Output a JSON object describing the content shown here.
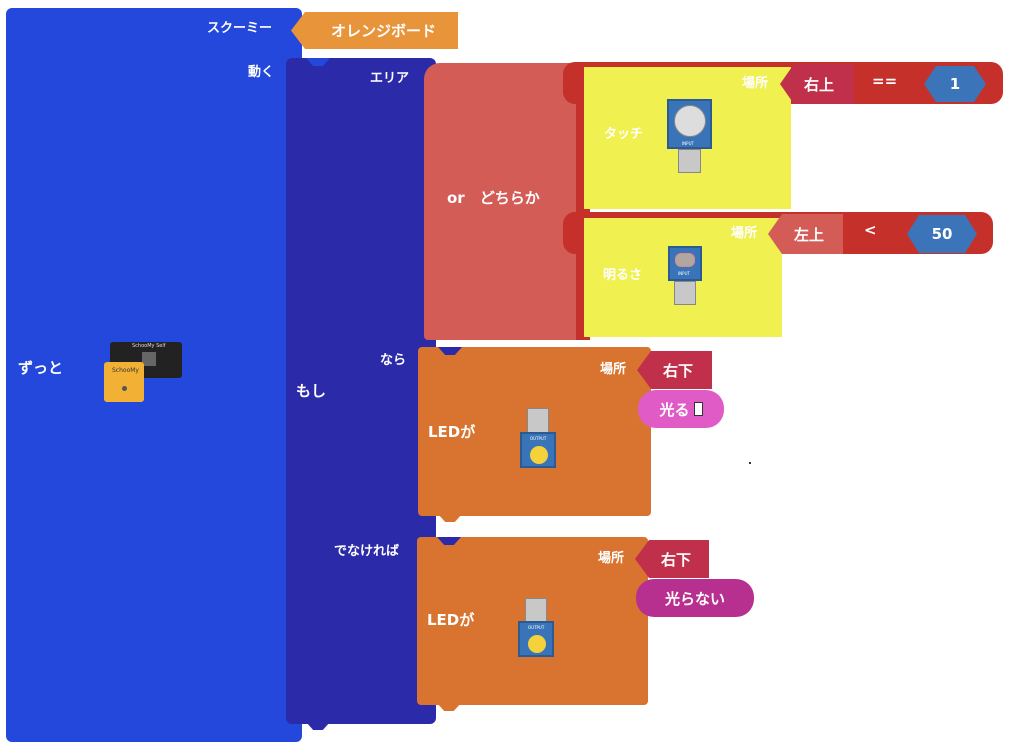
{
  "forever": {
    "label": "ずっと"
  },
  "sukumi": {
    "label": "スクーミー",
    "board_value": "オレンジボード"
  },
  "move_label": "動く",
  "if_block": {
    "if_label": "もし",
    "then_label": "なら",
    "else_label": "でなければ"
  },
  "area_label": "エリア",
  "or_block": {
    "label": "or　どちらか"
  },
  "cond1": {
    "sensor_label": "タッチ",
    "place_label": "場所",
    "place_value": "右上",
    "operator": "==",
    "value": "1",
    "sensor_tag": "INPUT"
  },
  "cond2": {
    "sensor_label": "明るさ",
    "place_label": "場所",
    "place_value": "左上",
    "operator": "<",
    "value": "50",
    "sensor_tag": "INPUT"
  },
  "then_led": {
    "label": "LEDが",
    "place_label": "場所",
    "place_value": "右下",
    "action": "光る",
    "tag": "OUTPUT"
  },
  "else_led": {
    "label": "LEDが",
    "place_label": "場所",
    "place_value": "右下",
    "action": "光らない",
    "tag": "OUTPUT"
  },
  "board_icon": {
    "top_text": "SchooMy Self",
    "front_text": "SchooMy"
  },
  "colors": {
    "forever": "#2448dc",
    "if": "#2b2aa8",
    "or": "#d35c57",
    "compare": "#c5302a",
    "sensor": "#f0f050",
    "led": "#d8742f",
    "orange_value": "#e8943a",
    "number": "#3b74b9",
    "pink_on": "#e05bc6",
    "pink_off": "#b8308f"
  }
}
